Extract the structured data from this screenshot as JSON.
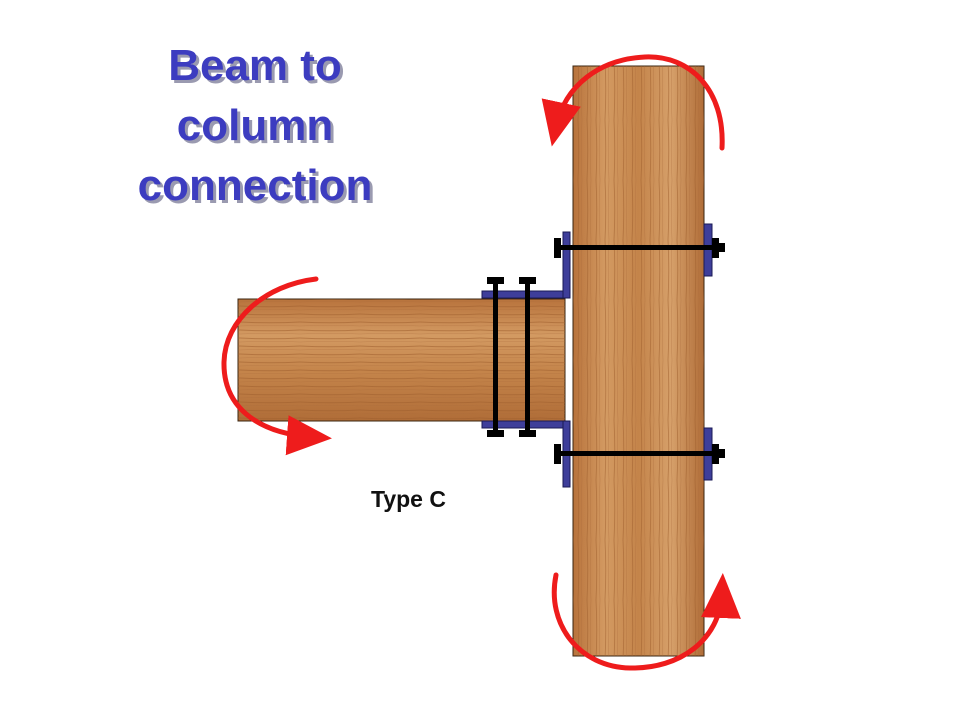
{
  "title": {
    "line1": "Beam to",
    "line2": "column",
    "line3": "connection"
  },
  "type_label": "Type C",
  "colors": {
    "title": "#3c3cc0",
    "wood_base": "#c98b55",
    "wood_grain": "#9e5f2e",
    "plate": "#3e3e9a",
    "bolt": "#000000",
    "arrow": "#ee1c1c"
  }
}
